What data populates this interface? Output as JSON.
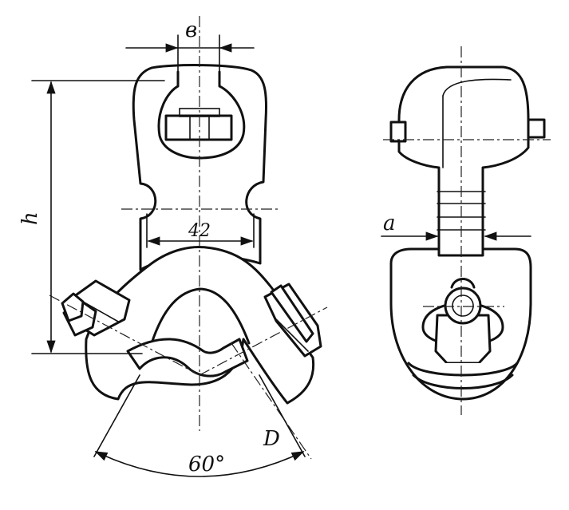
{
  "labels": {
    "width_b": "в",
    "height_h": "h",
    "dim_42": "42",
    "dim_a": "a",
    "dim_D": "D",
    "angle": "60°"
  }
}
